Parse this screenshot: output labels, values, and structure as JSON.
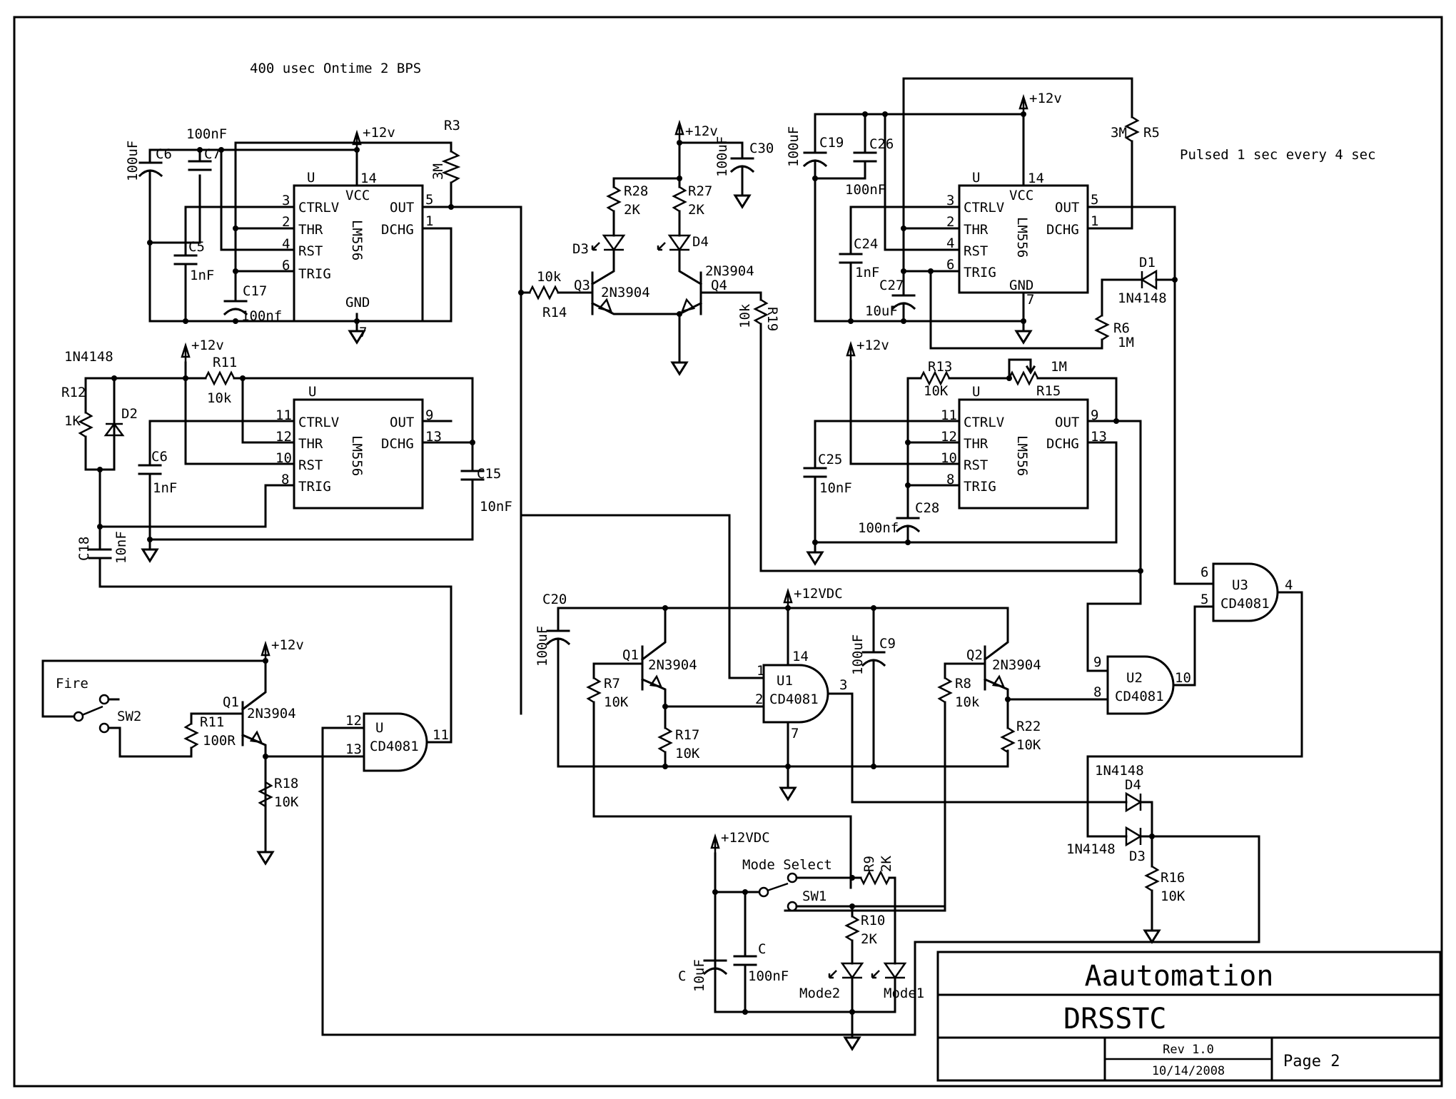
{
  "title_block": {
    "company": "Aautomation",
    "project": "DRSSTC",
    "revision": "Rev 1.0",
    "date": "10/14/2008",
    "page": "Page 2"
  },
  "notes": {
    "left_timer": "400 usec Ontime 2 BPS",
    "right_timer": "Pulsed 1 sec every 4 sec"
  },
  "supply": {
    "v12": "+12v",
    "v12dc": "+12VDC"
  },
  "timer_tl": {
    "ref": "U",
    "part": "LM556",
    "pins": {
      "ctrl": "CTRLV",
      "thr": "THR",
      "rst": "RST",
      "trig": "TRIG",
      "vcc": "VCC",
      "gnd": "GND",
      "out": "OUT",
      "dchg": "DCHG"
    },
    "pin_nums": {
      "ctrl": "3",
      "thr": "2",
      "rst": "4",
      "trig": "6",
      "vcc": "14",
      "gnd": "7",
      "out": "5",
      "dchg": "1"
    },
    "c6": "C6",
    "c6_val": "100uF",
    "c7": "C7",
    "c7_val": "100nF",
    "r3": "R3",
    "r3_val": "3M",
    "c5": "C5",
    "c5_val": "1nF",
    "c17": "C17",
    "c17_val": "100nf"
  },
  "timer_bl": {
    "ref": "U",
    "part": "LM556",
    "pins": {
      "ctrl": "CTRLV",
      "thr": "THR",
      "rst": "RST",
      "trig": "TRIG",
      "out": "OUT",
      "dchg": "DCHG"
    },
    "pin_nums": {
      "ctrl": "11",
      "thr": "12",
      "rst": "10",
      "trig": "8",
      "out": "9",
      "dchg": "13"
    },
    "d2_part": "1N4148",
    "r12": "R12",
    "r12_val": "1K",
    "d2": "D2",
    "r11": "R11",
    "r11_val": "10k",
    "c6": "C6",
    "c6_val": "1nF",
    "c15": "C15",
    "c15_val": "10nF",
    "c18": "C18",
    "c18_val": "10nF"
  },
  "indicator": {
    "r28": "R28",
    "r28_val": "2K",
    "r27": "R27",
    "r27_val": "2K",
    "d3": "D3",
    "d4": "D4",
    "q3": "Q3",
    "q3_part": "2N3904",
    "q4": "Q4",
    "q4_part": "2N3904",
    "r14": "R14",
    "r14_val": "10k",
    "r19": "R19",
    "r19_val": "10k",
    "c30": "C30",
    "c30_val": "100uF"
  },
  "timer_tr": {
    "ref": "U",
    "part": "LM556",
    "pins": {
      "ctrl": "CTRLV",
      "thr": "THR",
      "rst": "RST",
      "trig": "TRIG",
      "vcc": "VCC",
      "gnd": "GND",
      "out": "OUT",
      "dchg": "DCHG"
    },
    "pin_nums": {
      "ctrl": "3",
      "thr": "2",
      "rst": "4",
      "trig": "6",
      "vcc": "14",
      "gnd": "7",
      "out": "5",
      "dchg": "1"
    },
    "c19": "C19",
    "c19_val": "100uF",
    "c26": "C26",
    "c26_val": "100nF",
    "r5": "R5",
    "r5_val": "3M",
    "c24": "C24",
    "c24_val": "1nF",
    "c27": "C27",
    "c27_val": "10uF",
    "d1": "D1",
    "d1_part": "1N4148",
    "r6": "R6",
    "r6_val": "1M"
  },
  "timer_mr": {
    "ref": "U",
    "part": "LM556",
    "pins": {
      "ctrl": "CTRLV",
      "thr": "THR",
      "rst": "RST",
      "trig": "TRIG",
      "out": "OUT",
      "dchg": "DCHG"
    },
    "pin_nums": {
      "ctrl": "11",
      "thr": "12",
      "rst": "10",
      "trig": "8",
      "out": "9",
      "dchg": "13"
    },
    "r13": "R13",
    "r13_val": "10K",
    "r15": "R15",
    "r15_val": "1M",
    "c25": "C25",
    "c25_val": "10nF",
    "c28": "C28",
    "c28_val": "100nf"
  },
  "fire": {
    "label": "Fire",
    "sw": "SW2",
    "q1": "Q1",
    "q1_part": "2N3904",
    "r11": "R11",
    "r11_val": "100R",
    "r18": "R18",
    "r18_val": "10K",
    "gate_ref": "U",
    "gate_part": "CD4081",
    "pin_a": "12",
    "pin_b": "13",
    "pin_y": "11"
  },
  "logic": {
    "c20": "C20",
    "c20_val": "100uF",
    "q1": "Q1",
    "q1_part": "2N3904",
    "r7": "R7",
    "r7_val": "10K",
    "r17": "R17",
    "r17_val": "10K",
    "u1": "U1",
    "u1_part": "CD4081",
    "u1_pins": {
      "a": "1",
      "b": "2",
      "y": "3",
      "vdd": "14",
      "vss": "7"
    },
    "c9": "C9",
    "c9_val": "100uF",
    "q2": "Q2",
    "q2_part": "2N3904",
    "r8": "R8",
    "r8_val": "10k",
    "r22": "R22",
    "r22_val": "10K",
    "u2": "U2",
    "u2_part": "CD4081",
    "u2_pins": {
      "a": "9",
      "b": "8",
      "y": "10"
    },
    "u3": "U3",
    "u3_part": "CD4081",
    "u3_pins": {
      "a": "6",
      "b": "5",
      "y": "4"
    }
  },
  "mode": {
    "label": "Mode Select",
    "sw": "SW1",
    "r9": "R9",
    "r9_val": "2K",
    "r10": "R10",
    "r10_val": "2K",
    "c_a": "C",
    "c_a_val": "10uF",
    "c_b": "C",
    "c_b_val": "100nF",
    "led2": "Mode2",
    "led1": "Mode1"
  },
  "or_diodes": {
    "d4": "D4",
    "d4_part": "1N4148",
    "d3": "D3",
    "d3_part": "1N4148",
    "r16": "R16",
    "r16_val": "10K"
  }
}
